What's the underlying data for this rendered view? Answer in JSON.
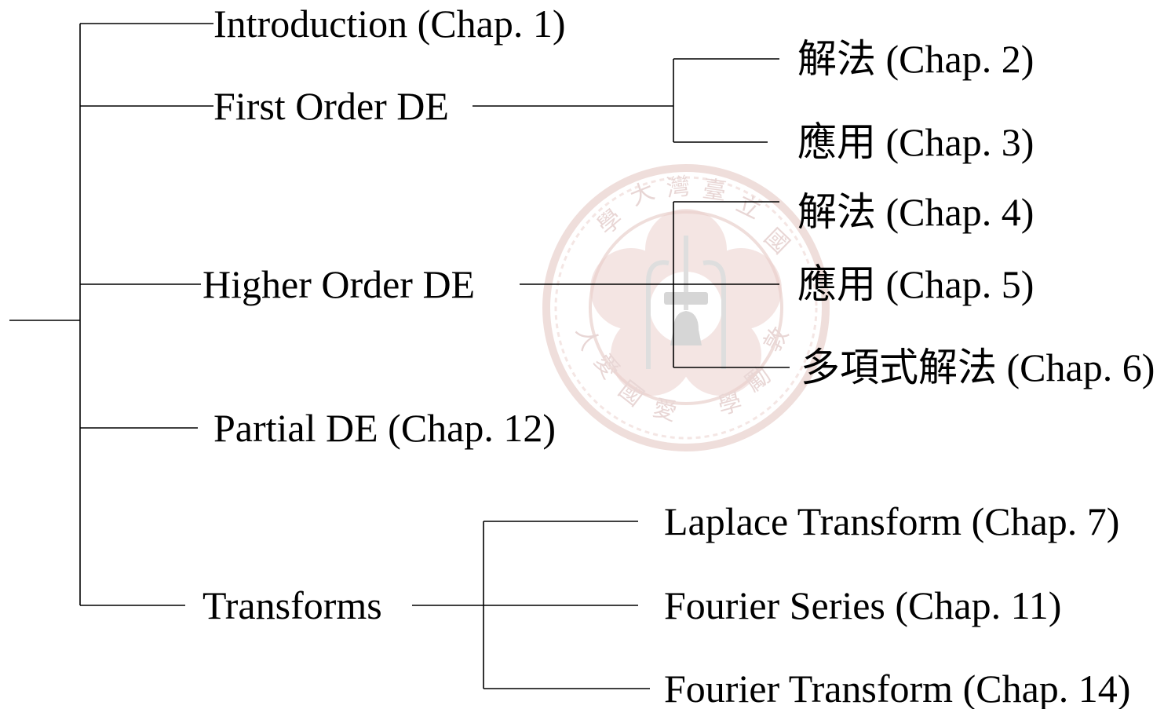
{
  "colors": {
    "line": "#000000",
    "text": "#000000",
    "watermark": "#c98a7f"
  },
  "watermark": {
    "name": "university-seal",
    "text": "國立臺灣大學 · 敦品勵學 · 愛國愛人"
  },
  "tree": {
    "introduction": "Introduction (Chap. 1)",
    "first_order": {
      "label": "First Order DE",
      "children": [
        "解法 (Chap. 2)",
        "應用 (Chap. 3)"
      ]
    },
    "higher_order": {
      "label": "Higher Order DE",
      "children": [
        "解法 (Chap. 4)",
        "應用 (Chap. 5)",
        "多項式解法 (Chap. 6)"
      ]
    },
    "partial": "Partial DE (Chap. 12)",
    "transforms": {
      "label": "Transforms",
      "children": [
        "Laplace Transform (Chap. 7)",
        "Fourier Series (Chap. 11)",
        "Fourier Transform (Chap. 14)"
      ]
    }
  }
}
